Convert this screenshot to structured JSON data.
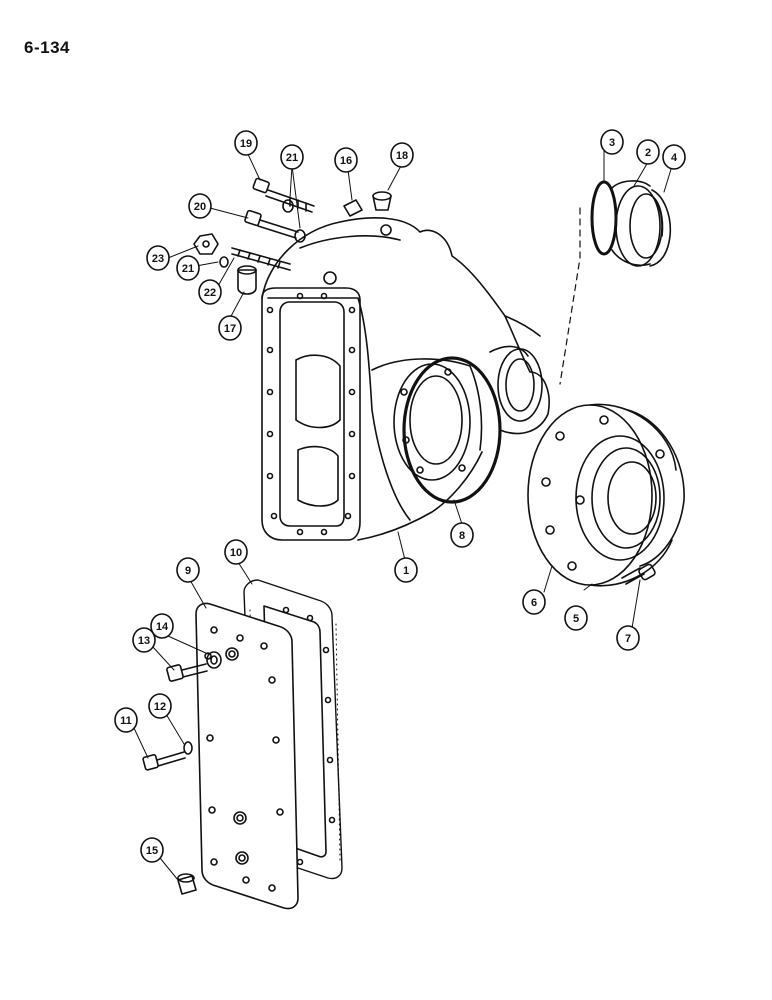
{
  "page": {
    "number": "6-134"
  },
  "callouts": [
    {
      "id": "c1",
      "label": "1"
    },
    {
      "id": "c2",
      "label": "2"
    },
    {
      "id": "c3",
      "label": "3"
    },
    {
      "id": "c4",
      "label": "4"
    },
    {
      "id": "c5",
      "label": "5"
    },
    {
      "id": "c6",
      "label": "6"
    },
    {
      "id": "c7",
      "label": "7"
    },
    {
      "id": "c8",
      "label": "8"
    },
    {
      "id": "c9",
      "label": "9"
    },
    {
      "id": "c10",
      "label": "10"
    },
    {
      "id": "c11",
      "label": "11"
    },
    {
      "id": "c12",
      "label": "12"
    },
    {
      "id": "c13",
      "label": "13"
    },
    {
      "id": "c14",
      "label": "14"
    },
    {
      "id": "c15",
      "label": "15"
    },
    {
      "id": "c16",
      "label": "16"
    },
    {
      "id": "c17",
      "label": "17"
    },
    {
      "id": "c18",
      "label": "18"
    },
    {
      "id": "c19",
      "label": "19"
    },
    {
      "id": "c20",
      "label": "20"
    },
    {
      "id": "c21a",
      "label": "21"
    },
    {
      "id": "c21b",
      "label": "21"
    },
    {
      "id": "c22",
      "label": "22"
    },
    {
      "id": "c23",
      "label": "23"
    }
  ]
}
